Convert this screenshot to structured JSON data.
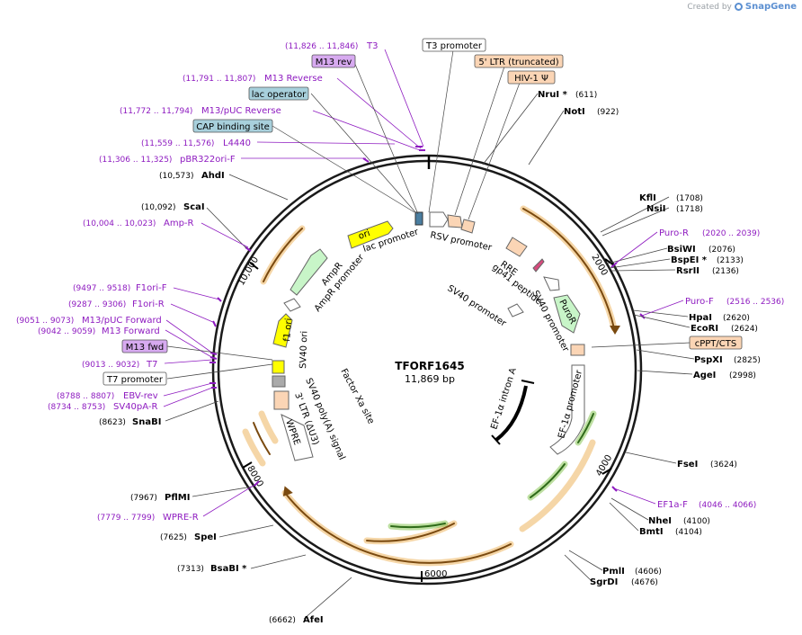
{
  "watermark": {
    "prefix": "Created by",
    "brand": "SnapGene"
  },
  "plasmid": {
    "name": "TFORF1645",
    "length": "11,869 bp"
  },
  "ticks": [
    "2000",
    "4000",
    "6000",
    "8000",
    "10,000"
  ],
  "sites": [
    {
      "name": "KflI",
      "pos": "(1708)"
    },
    {
      "name": "NsiI",
      "pos": "(1718)"
    },
    {
      "name": "BsiWI",
      "pos": "(2076)"
    },
    {
      "name": "BspEI *",
      "pos": "(2133)"
    },
    {
      "name": "RsrII",
      "pos": "(2136)"
    },
    {
      "name": "HpaI",
      "pos": "(2620)"
    },
    {
      "name": "EcoRI",
      "pos": "(2624)"
    },
    {
      "name": "PspXI",
      "pos": "(2825)"
    },
    {
      "name": "AgeI",
      "pos": "(2998)"
    },
    {
      "name": "FseI",
      "pos": "(3624)"
    },
    {
      "name": "NheI",
      "pos": "(4100)"
    },
    {
      "name": "BmtI",
      "pos": "(4104)"
    },
    {
      "name": "PmlI",
      "pos": "(4606)"
    },
    {
      "name": "SgrDI",
      "pos": "(4676)"
    },
    {
      "name": "AfeI",
      "pos": "(6662)"
    },
    {
      "name": "BsaBI *",
      "pos": "(7313)"
    },
    {
      "name": "SpeI",
      "pos": "(7625)"
    },
    {
      "name": "PflMI",
      "pos": "(7967)"
    },
    {
      "name": "SnaBI",
      "pos": "(8623)"
    },
    {
      "name": "ScaI",
      "pos": "(10,092)"
    },
    {
      "name": "AhdI",
      "pos": "(10,573)"
    },
    {
      "name": "NruI *",
      "pos": "(611)"
    },
    {
      "name": "NotI",
      "pos": "(922)"
    }
  ],
  "primers": [
    {
      "name": "T3",
      "range": "(11,826 .. 11,846)"
    },
    {
      "name": "M13 Reverse",
      "range": "(11,791 .. 11,807)"
    },
    {
      "name": "M13/pUC Reverse",
      "range": "(11,772 .. 11,794)"
    },
    {
      "name": "L4440",
      "range": "(11,559 .. 11,576)"
    },
    {
      "name": "pBR322ori-F",
      "range": "(11,306 .. 11,325)"
    },
    {
      "name": "Amp-R",
      "range": "(10,004 .. 10,023)"
    },
    {
      "name": "F1ori-F",
      "range": "(9497 .. 9518)"
    },
    {
      "name": "F1ori-R",
      "range": "(9287 .. 9306)"
    },
    {
      "name": "M13/pUC Forward",
      "range": "(9051 .. 9073)"
    },
    {
      "name": "M13 Forward",
      "range": "(9042 .. 9059)"
    },
    {
      "name": "T7",
      "range": "(9013 .. 9032)"
    },
    {
      "name": "EBV-rev",
      "range": "(8788 .. 8807)"
    },
    {
      "name": "SV40pA-R",
      "range": "(8734 .. 8753)"
    },
    {
      "name": "WPRE-R",
      "range": "(7779 .. 7799)"
    },
    {
      "name": "Puro-R",
      "range": "(2020 .. 2039)"
    },
    {
      "name": "Puro-F",
      "range": "(2516 .. 2536)"
    },
    {
      "name": "EF1a-F",
      "range": "(4046 .. 4066)"
    }
  ],
  "boxed_labels": [
    {
      "text": "M13 rev",
      "style": "purple"
    },
    {
      "text": "lac operator",
      "style": "teal"
    },
    {
      "text": "CAP binding site",
      "style": "teal"
    },
    {
      "text": "T3 promoter",
      "style": "white"
    },
    {
      "text": "5' LTR (truncated)",
      "style": "peach"
    },
    {
      "text": "HIV-1 Ψ",
      "style": "peach"
    },
    {
      "text": "cPPT/CTS",
      "style": "peach"
    },
    {
      "text": "M13 fwd",
      "style": "purple"
    },
    {
      "text": "T7 promoter",
      "style": "white"
    }
  ],
  "features": {
    "ori": "ori",
    "lac_promoter": "lac promoter",
    "rsv_promoter": "RSV promoter",
    "rre": "RRE",
    "gp41": "gp41 peptide",
    "sv40_promoter_a": "SV40 promoter",
    "sv40_promoter_b": "SV40 promoter",
    "puror": "PuroR",
    "ampr": "AmpR",
    "ampr_promoter": "AmpR promoter",
    "f1_ori": "f1 ori",
    "sv40_ori": "SV40 ori",
    "factor_xa": "Factor Xa site",
    "sv40_polya": "SV40 poly(A) signal",
    "ltr3": "3' LTR (ΔU3)",
    "wpre": "WPRE",
    "ef1a_promoter": "EF-1α promoter",
    "ef1a_intron": "EF-1α intron A"
  },
  "colors": {
    "backbone": "#1a1a1a",
    "primer": "#8e1bc0",
    "orf_orange": "#e8a33c",
    "orf_green": "#7bc043",
    "ori_yellow": "#ffff00",
    "ampr_green": "#c8f5c8",
    "misc_peach": "#fbd5b5",
    "teal_box": "#a8d0dc",
    "purple_box": "#d7aaf0"
  }
}
